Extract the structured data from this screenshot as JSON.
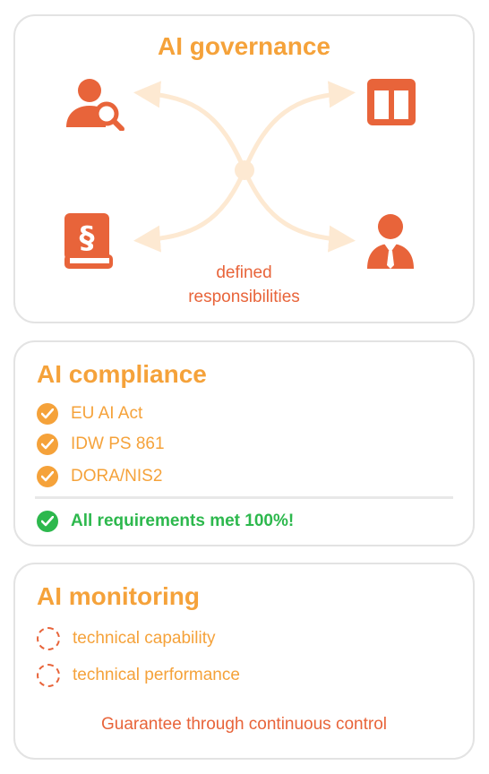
{
  "governance": {
    "title": "AI governance",
    "note_line1": "defined",
    "note_line2": "responsibilities",
    "icons": [
      "user-search-icon",
      "columns-icon",
      "law-book-icon",
      "business-person-icon"
    ]
  },
  "compliance": {
    "title": "AI compliance",
    "items": [
      "EU AI Act",
      "IDW PS 861",
      "DORA/NIS2"
    ],
    "summary": "All requirements met 100%!"
  },
  "monitoring": {
    "title": "AI monitoring",
    "items": [
      "technical capability",
      "technical performance"
    ],
    "footer": "Guarantee through continuous control"
  },
  "colors": {
    "orange": "#f5a23a",
    "red_orange": "#e8643a",
    "green": "#2db84d",
    "arrow": "#fde9d2"
  }
}
